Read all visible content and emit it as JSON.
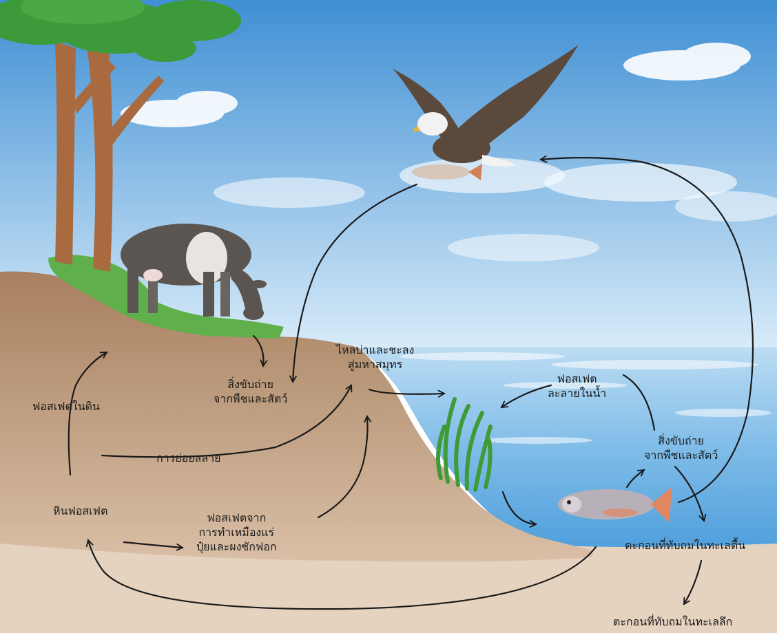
{
  "labels": {
    "phosphate_in_soil": "ฟอสเฟตในดิน",
    "phosphate_rock": "หินฟอสเฟต",
    "decomposition": "การย่อยสลาย",
    "land_excretion": [
      "สิ่งขับถ่าย",
      "จากพืชและสัตว์"
    ],
    "runoff": [
      "ไหลบ่าและชะลง",
      "สู่มหาสมุทร"
    ],
    "human_phosphate": [
      "ฟอสเฟตจาก",
      "การทำเหมืองแร่",
      "ปุ๋ยและผงซักฟอก"
    ],
    "dissolved_phosphate": [
      "ฟอสเฟต",
      "ละลายในน้ำ"
    ],
    "sea_excretion": [
      "สิ่งขับถ่าย",
      "จากพืชและสัตว์"
    ],
    "shallow_sediment": "ตะกอนที่ทับถมในทะเลตื้น",
    "deep_sediment": "ตะกอนที่ทับถมในทะเลลึก"
  },
  "colors": {
    "sky_top": "#3f8fd4",
    "sky_bottom": "#dceefa",
    "sea": "#6fb3e6",
    "soil": "#b89478",
    "sand": "#e6d3bf",
    "grass": "#5fb04a",
    "foliage": "#3d9a3a",
    "trunk": "#a86a3e",
    "arrow": "#1a1a1a"
  }
}
